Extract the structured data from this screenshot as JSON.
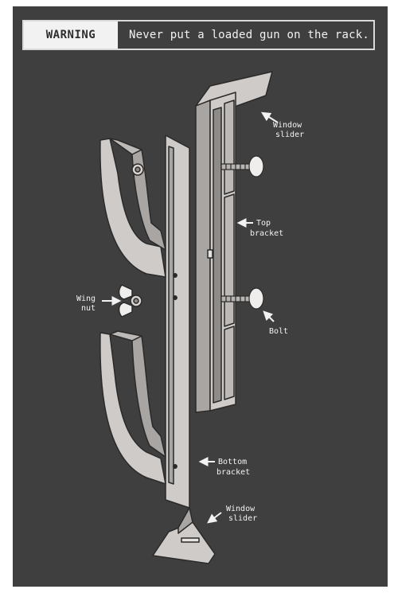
{
  "warning": {
    "tag": "WARNING",
    "message": "Never put a loaded gun on the rack."
  },
  "labels": {
    "window_slider_top": [
      "Window",
      "slider"
    ],
    "top_bracket": [
      "Top",
      "bracket"
    ],
    "bolt": [
      "Bolt"
    ],
    "wing_nut": [
      "Wing",
      "nut"
    ],
    "bottom_bracket": [
      "Bottom",
      "bracket"
    ],
    "window_slider_bottom": [
      "Window",
      "slider"
    ]
  },
  "colors": {
    "background": "#3f3f3f",
    "part_fill": "#cfcbc8",
    "part_shadow": "#a9a5a2",
    "outline": "#2a2a2a",
    "text": "#f2f2f2"
  }
}
